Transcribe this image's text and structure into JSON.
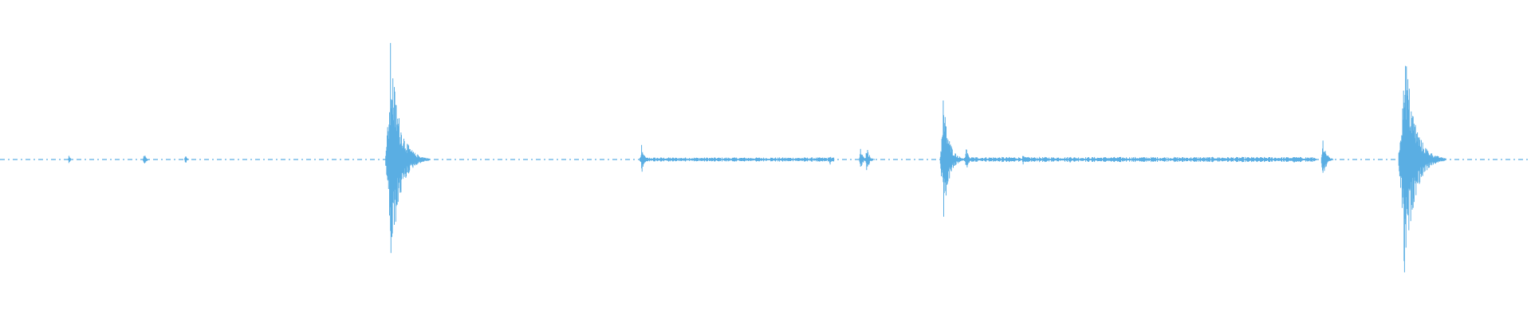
{
  "waveform": {
    "color": "#5aaee3",
    "background": "#ffffff",
    "duration_fraction_axis": "time",
    "baseline_style": "dashed",
    "peaks": [
      {
        "t": 0.045,
        "amp": 0.03
      },
      {
        "t": 0.094,
        "amp": 0.06
      },
      {
        "t": 0.121,
        "amp": 0.04
      },
      {
        "t": 0.255,
        "amp": 0.91
      },
      {
        "t": 0.419,
        "amp": 0.12
      },
      {
        "t": 0.542,
        "amp": 0.05
      },
      {
        "t": 0.562,
        "amp": 0.1
      },
      {
        "t": 0.566,
        "amp": 0.12
      },
      {
        "t": 0.616,
        "amp": 0.5
      },
      {
        "t": 0.631,
        "amp": 0.1
      },
      {
        "t": 0.668,
        "amp": 0.05
      },
      {
        "t": 0.699,
        "amp": 0.03
      },
      {
        "t": 0.845,
        "amp": 0.05
      },
      {
        "t": 0.864,
        "amp": 0.19
      },
      {
        "t": 0.917,
        "amp": 1.0
      }
    ],
    "noise_segments": [
      {
        "start": 0.418,
        "end": 0.545,
        "level": 0.01
      },
      {
        "start": 0.63,
        "end": 0.86,
        "level": 0.012
      }
    ]
  }
}
